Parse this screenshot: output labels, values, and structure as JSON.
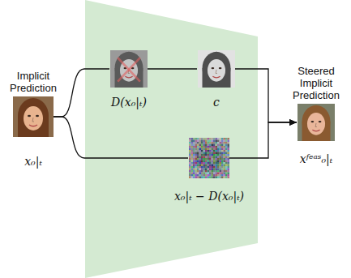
{
  "diagram": {
    "nodes": [
      {
        "text": [
          "Implicit Prediction",
          "x₀|ₜ"
        ]
      },
      {
        "text": [
          "D(x₀|ₜ)"
        ]
      },
      {
        "text": [
          "c"
        ]
      },
      {
        "text": [
          "x₀|ₜ − D(x₀|ₜ)"
        ]
      },
      {
        "text": [
          "Steered Implicit Prediction",
          "xᶠᵉᵃˢ₀|ₜ"
        ]
      }
    ],
    "edges": [
      {
        "from": 0,
        "to": 1,
        "arrow": "none"
      },
      {
        "from": 0,
        "to": 3,
        "arrow": "none"
      },
      {
        "from": 1,
        "to": 2,
        "arrow": "none"
      },
      {
        "from": 2,
        "to": 4,
        "arrow": "to"
      },
      {
        "from": 3,
        "to": 4,
        "arrow": "to"
      }
    ]
  }
}
